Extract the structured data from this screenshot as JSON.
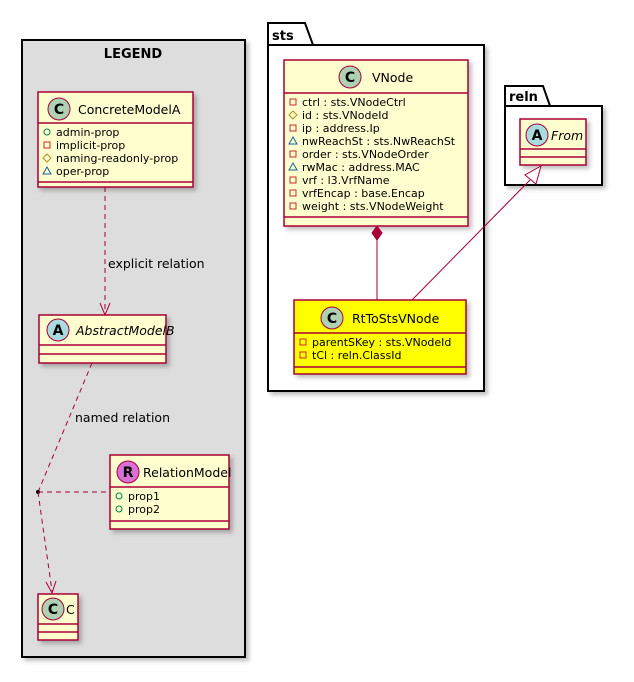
{
  "legend": {
    "title": "LEGEND",
    "concrete": {
      "stereotype": "C",
      "name": "ConcreteModelA",
      "attributes": [
        {
          "vis": "public",
          "text": "admin-prop"
        },
        {
          "vis": "private",
          "text": "implicit-prop"
        },
        {
          "vis": "protected",
          "text": "naming-readonly-prop"
        },
        {
          "vis": "package",
          "text": "oper-prop"
        }
      ]
    },
    "abstract": {
      "stereotype": "A",
      "name": "AbstractModelB"
    },
    "relation_model": {
      "stereotype": "R",
      "name": "RelationModel",
      "attributes": [
        {
          "vis": "public",
          "text": "prop1"
        },
        {
          "vis": "public",
          "text": "prop2"
        }
      ]
    },
    "c_class": {
      "stereotype": "C",
      "name": "C"
    },
    "explicit_label": "explicit relation",
    "named_label": "named relation"
  },
  "sts": {
    "package": "sts",
    "vnode": {
      "stereotype": "C",
      "name": "VNode",
      "attributes": [
        {
          "vis": "private",
          "text": "ctrl : sts.VNodeCtrl"
        },
        {
          "vis": "protected",
          "text": "id : sts.VNodeId"
        },
        {
          "vis": "private",
          "text": "ip : address.Ip"
        },
        {
          "vis": "package",
          "text": "nwReachSt : sts.NwReachSt"
        },
        {
          "vis": "private",
          "text": "order : sts.VNodeOrder"
        },
        {
          "vis": "package",
          "text": "rwMac : address.MAC"
        },
        {
          "vis": "private",
          "text": "vrf : l3.VrfName"
        },
        {
          "vis": "private",
          "text": "vrfEncap : base.Encap"
        },
        {
          "vis": "private",
          "text": "weight : sts.VNodeWeight"
        }
      ]
    },
    "rt": {
      "stereotype": "C",
      "name": "RtToStsVNode",
      "attributes": [
        {
          "vis": "private",
          "text": "parentSKey : sts.VNodeId"
        },
        {
          "vis": "private",
          "text": "tCl : reln.ClassId"
        }
      ]
    }
  },
  "reln": {
    "package": "reln",
    "from": {
      "stereotype": "A",
      "name": "From"
    }
  },
  "colors": {
    "class_fill": "#FEFECE",
    "border": "#A80036",
    "highlight": "#FFFF00",
    "legend_bg": "#DDDDDD",
    "concrete_circle": "#ADD1B2",
    "abstract_circle": "#A9DCDF",
    "relation_circle": "#DA70D6"
  }
}
